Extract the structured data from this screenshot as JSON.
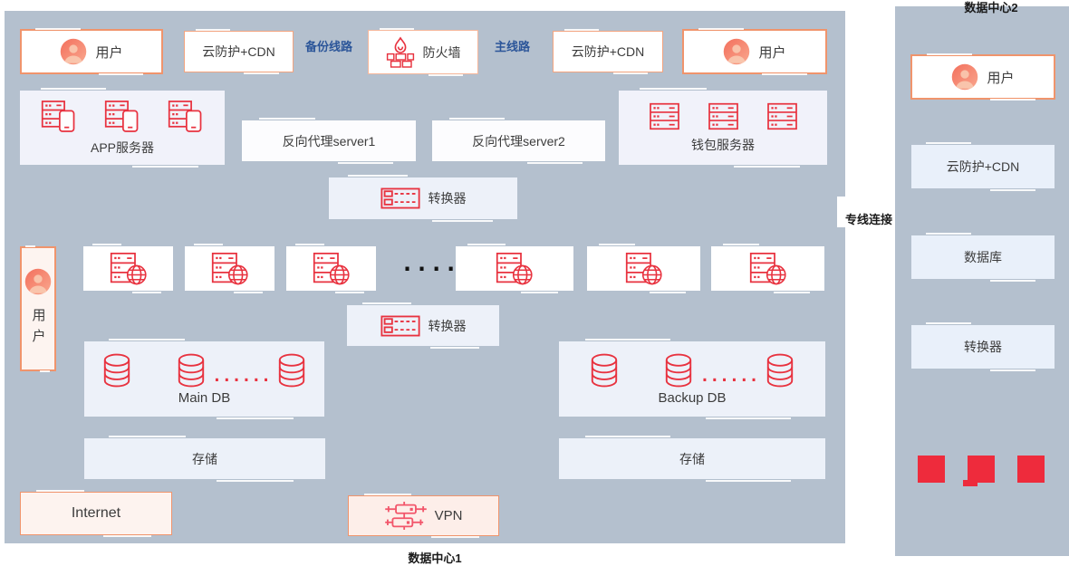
{
  "colors": {
    "panel": "#b4c0ce",
    "icon_red": "#e8323f",
    "border_orange": "#f0946c",
    "square_red": "#ee2b3c",
    "blue_label": "#2b5599"
  },
  "dc1": {
    "label": "数据中心1",
    "users": {
      "left": "用户",
      "right": "用户",
      "side": "用户"
    },
    "row1": {
      "cdn_left": "云防护+CDN",
      "backup_line": "备份线路",
      "firewall": "防火墙",
      "main_line": "主线路",
      "cdn_right": "云防护+CDN"
    },
    "row2": {
      "app": "APP服务器",
      "proxy1": "反向代理server1",
      "proxy2": "反向代理server2",
      "wallet": "钱包服务器"
    },
    "converter1": "转换器",
    "converter2": "转换器",
    "server_row_dots": "......",
    "main_db": {
      "label": "Main DB",
      "dots": "......"
    },
    "backup_db": {
      "label": "Backup DB",
      "dots": "......"
    },
    "storage_left": "存储",
    "storage_right": "存储",
    "internet": "Internet",
    "vpn": "VPN"
  },
  "link": {
    "label": "专线连接"
  },
  "dc2": {
    "label": "数据中心2",
    "user": "用户",
    "cdn": "云防护+CDN",
    "database": "数据库",
    "converter": "转换器"
  }
}
